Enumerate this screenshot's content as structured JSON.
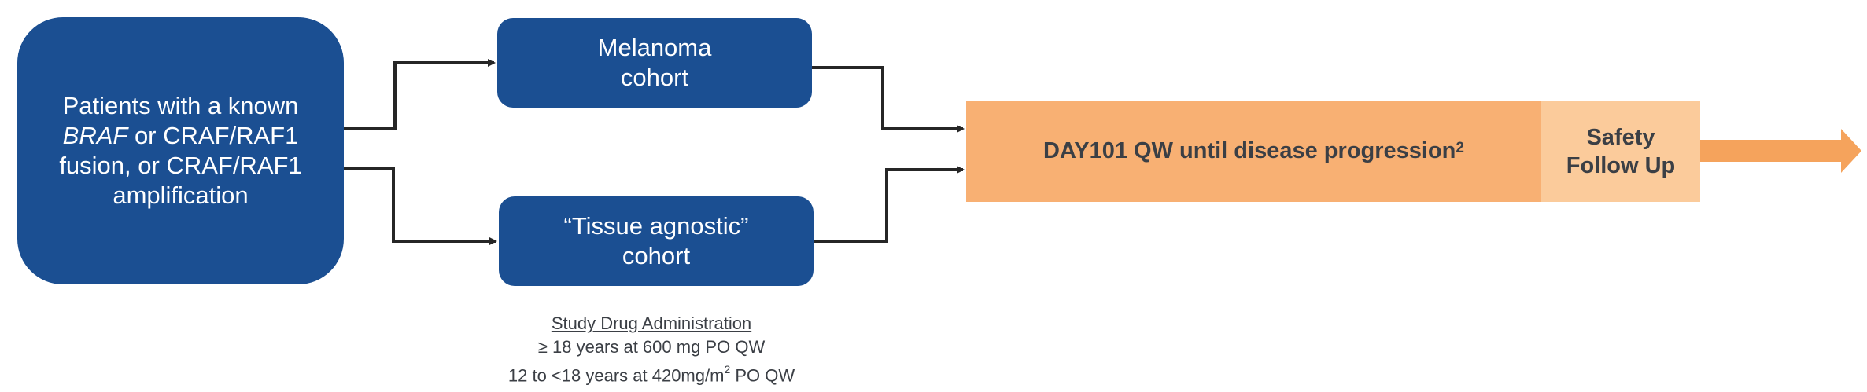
{
  "patients_box": {
    "line1": "Patients with a known",
    "line2_italic": "BRAF",
    "line2_rest": " or CRAF/RAF1",
    "line3": "fusion, or CRAF/RAF1",
    "line4": "amplification"
  },
  "melanoma_box": {
    "line1": "Melanoma",
    "line2": "cohort"
  },
  "tissue_box": {
    "line1": "“Tissue agnostic”",
    "line2": "cohort"
  },
  "treatment_box": {
    "text": "DAY101 QW until disease progression",
    "superscript": "2"
  },
  "followup_box": {
    "line1": "Safety",
    "line2": "Follow Up"
  },
  "study_drug": {
    "title": "Study Drug Administration",
    "line1": "≥ 18 years at 600 mg PO QW",
    "line2_pre": "12 to <18 years at 420mg/m",
    "line2_sup": "2",
    "line2_post": " PO QW"
  },
  "colors": {
    "dark_blue": "#1b4f92",
    "orange": "#f8b073",
    "light_orange": "#fbcb9b",
    "arrow_orange": "#f5a35c",
    "connector": "#262626",
    "text_gray": "#3b3f45"
  }
}
